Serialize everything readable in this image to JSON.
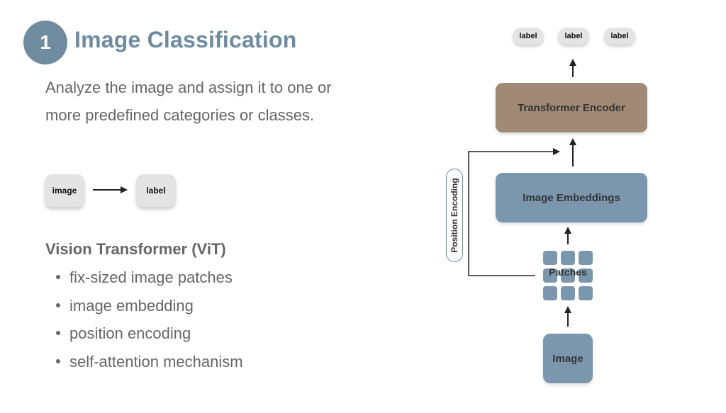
{
  "header": {
    "number": "1",
    "title": "Image Classification"
  },
  "description": "Analyze the image and assign it to one or more predefined categories or classes.",
  "mini_flow": {
    "input": "image",
    "output": "label"
  },
  "vit": {
    "title": "Vision Transformer (ViT)",
    "items": [
      "fix-sized image patches",
      "image embedding",
      "position encoding",
      "self-attention mechanism"
    ]
  },
  "diagram": {
    "labels": [
      "label",
      "label",
      "label"
    ],
    "encoder": "Transformer Encoder",
    "embeddings": "Image Embeddings",
    "patches": "Patches",
    "image": "Image",
    "position_encoding": "Position Encoding"
  },
  "colors": {
    "accent": "#6f8ba0",
    "encoder": "#a08a76",
    "block_blue": "#7b97ae",
    "pill_gray": "#e4e4e4",
    "text_gray": "#666666"
  }
}
